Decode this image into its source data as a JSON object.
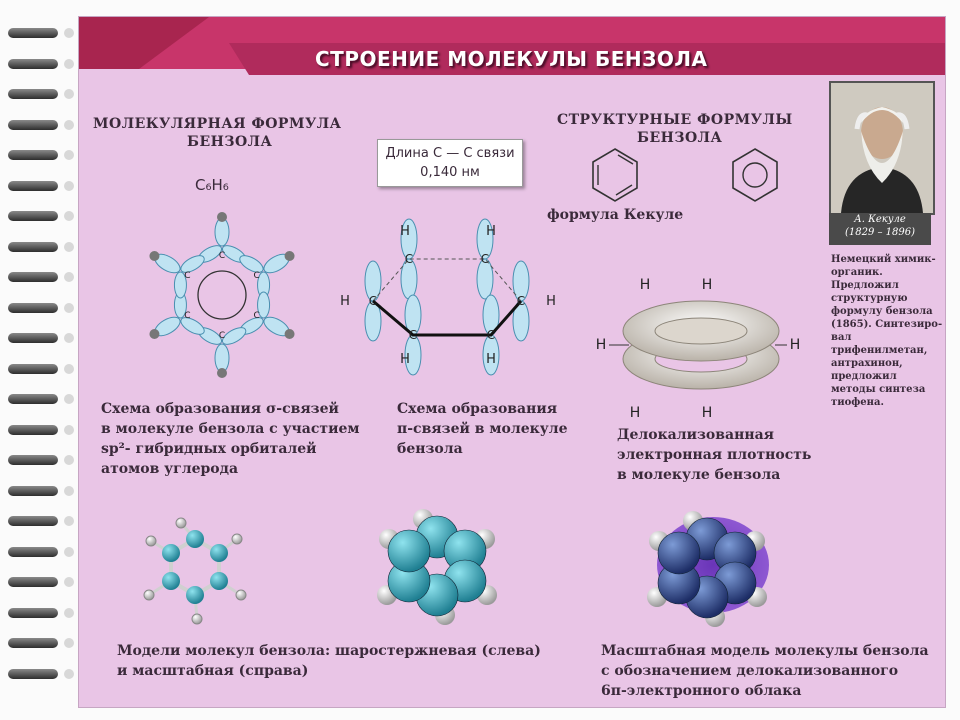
{
  "title": "СТРОЕНИЕ МОЛЕКУЛЫ БЕНЗОЛА",
  "molecular": {
    "heading_line1": "МОЛЕКУЛЯРНАЯ ФОРМУЛА",
    "heading_line2": "БЕНЗОЛА",
    "formula": "C₆H₆"
  },
  "bond_box": {
    "line1": "Длина С — С связи",
    "line2": "0,140 нм"
  },
  "structural": {
    "heading_line1": "СТРУКТУРНЫЕ ФОРМУЛЫ",
    "heading_line2": "БЕНЗОЛА",
    "kekule_label": "формула Кекуле"
  },
  "portrait": {
    "name": "А. Кекуле",
    "years": "(1829 – 1896)",
    "note": [
      "Немецкий химик-",
      "органик. Предложил",
      "структурную",
      "формулу бензола",
      "(1865). Синтезиро-",
      "вал трифенилметан,",
      "антрахинон,",
      "предложил",
      "методы синтеза",
      "тиофена."
    ]
  },
  "atom_labels": {
    "c": "C",
    "h": "H",
    "bond": "—"
  },
  "captions": {
    "sigma": [
      "Схема образования σ-связей",
      "в молекуле бензола с участием",
      "sp²- гибридных орбиталей",
      "атомов углерода"
    ],
    "pi": [
      "Схема образования",
      "π-связей в молекуле",
      "бензола"
    ],
    "deloc": [
      "Делокализованная",
      "электронная плотность",
      "в молекуле бензола"
    ],
    "models": [
      "Модели молекул бензола: шаростержневая (слева)",
      "и масштабная (справа)"
    ],
    "scale": [
      "Масштабная модель молекулы бензола",
      "с обозначением делокализованного",
      "6π-электронного облака"
    ]
  }
}
